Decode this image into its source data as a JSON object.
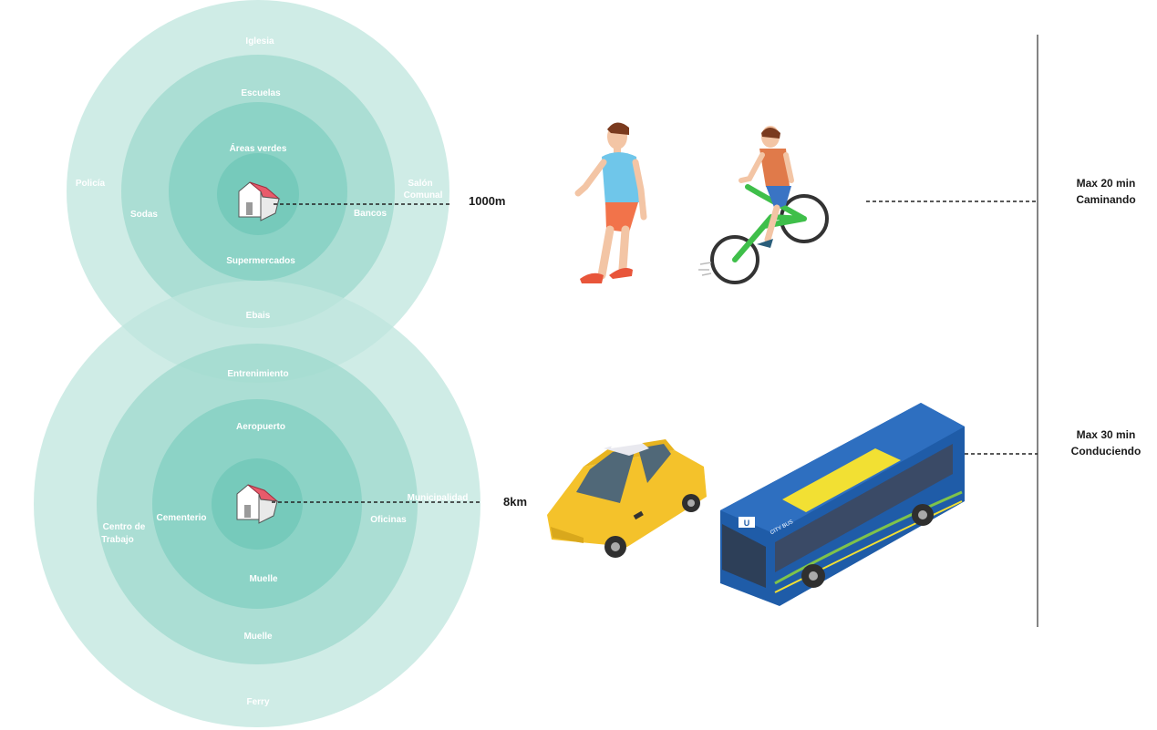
{
  "walk_zone": {
    "ring_outer_labels": [
      "Iglesia",
      "Policía",
      "Salón",
      "Comunal"
    ],
    "ring_middle_labels": [
      "Escuelas",
      "Sodas",
      "Bancos",
      "Ebais"
    ],
    "ring_inner_labels": [
      "Áreas verdes",
      "Supermercados"
    ],
    "distance": "1000m",
    "time_line1": "Max 20 min",
    "time_line2": "Caminando"
  },
  "drive_zone": {
    "ring_outer_labels": [
      "Entrenimiento",
      "Ferry",
      "Centro de",
      "Trabajo",
      "Municipalidad"
    ],
    "ring_middle_labels": [
      "Aeropuerto",
      "Oficinas",
      "Muelle"
    ],
    "ring_inner_labels": [
      "Cementerio",
      "Muelle"
    ],
    "distance": "8km",
    "time_line1": "Max 30 min",
    "time_line2": "Conduciendo"
  },
  "vehicles": {
    "taxi_sign": "",
    "bus_route": "U",
    "bus_name": "CITY BUS"
  },
  "colors": {
    "ring_outer": "#cdeae4",
    "ring_middle": "#a6ddd2",
    "ring_inner": "#7ccfc1",
    "house_roof": "#e85b6b",
    "shirt_walker": "#6fc6ea",
    "bike_frame": "#3fbf4a",
    "taxi": "#f4c22b",
    "bus": "#1f5ca8",
    "bus_roof_panel": "#f2e033"
  }
}
